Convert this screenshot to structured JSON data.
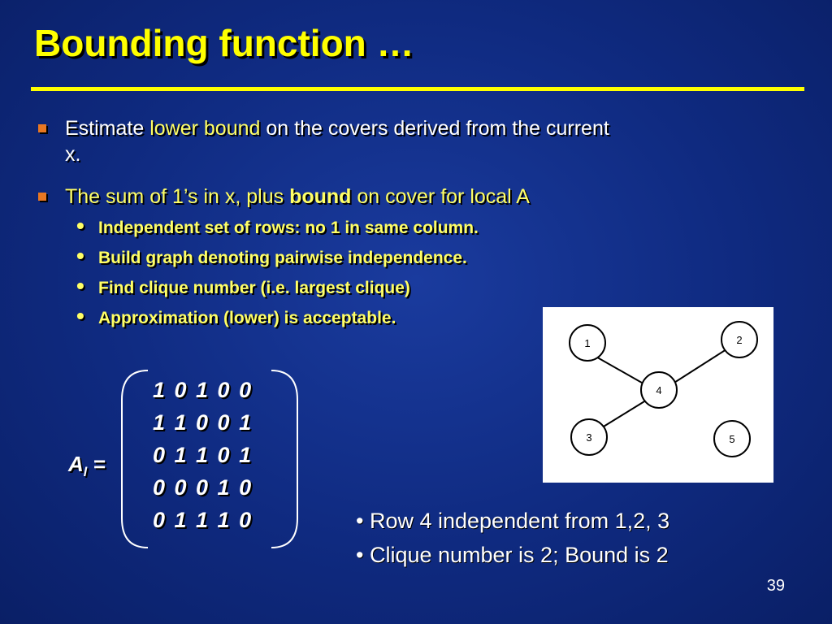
{
  "title": "Bounding function …",
  "bullets": [
    {
      "parts": [
        {
          "text": "Estimate ",
          "style": "plain"
        },
        {
          "text": "lower bound",
          "style": "yellow"
        },
        {
          "text": " on the covers derived from the current",
          "style": "plain"
        }
      ],
      "line2": "x."
    },
    {
      "parts": [
        {
          "text": "The sum of 1’s in x, plus ",
          "style": "yellow"
        },
        {
          "text": "bound",
          "style": "yellow-bold"
        },
        {
          "text": " on cover for local A",
          "style": "yellow"
        }
      ],
      "subbullets": [
        "Independent set of rows: no 1 in same column.",
        "Build graph denoting pairwise independence.",
        "Find clique number (i.e. largest clique)",
        "Approximation (lower) is acceptable."
      ]
    }
  ],
  "matrix": {
    "label_main": "A",
    "label_sub": "l",
    "label_eq": " =",
    "rows": [
      "1 0 1 0 0",
      "1 1 0 0 1",
      "0 1 1 0 1",
      "0 0 0 1 0",
      "0 1 1 1 0"
    ]
  },
  "graph": {
    "nodes": [
      {
        "id": "1",
        "label": "1"
      },
      {
        "id": "2",
        "label": "2"
      },
      {
        "id": "3",
        "label": "3"
      },
      {
        "id": "4",
        "label": "4"
      },
      {
        "id": "5",
        "label": "5"
      }
    ],
    "edges": [
      [
        "1",
        "4"
      ],
      [
        "2",
        "4"
      ],
      [
        "3",
        "4"
      ]
    ]
  },
  "notes": [
    "• Row 4 independent from 1,2, 3",
    "• Clique number is 2; Bound is 2"
  ],
  "page_number": "39",
  "colors": {
    "background": "#12308f",
    "title": "#ffff00",
    "accent_text": "#ffff66",
    "bullet_marker": "#e87722",
    "text": "#ffffff"
  }
}
